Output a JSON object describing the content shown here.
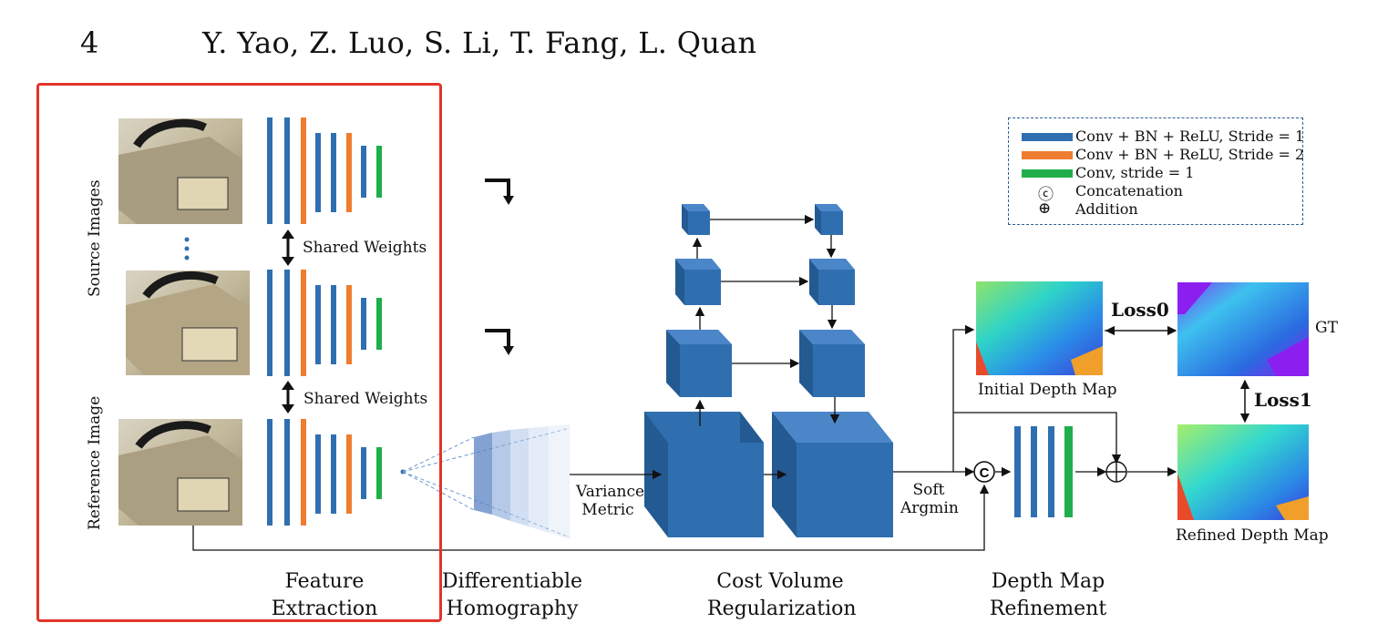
{
  "header": {
    "page_number": "4",
    "authors": "Y. Yao, Z. Luo, S. Li, T. Fang, L. Quan"
  },
  "legend": {
    "items": [
      {
        "label": "Conv + BN + ReLU, Stride = 1",
        "color": "#2f6fb0"
      },
      {
        "label": "Conv + BN + ReLU, Stride = 2",
        "color": "#ef7d31"
      },
      {
        "label": "Conv, stride = 1",
        "color": "#1fae4b"
      },
      {
        "label": "Concatenation",
        "symbol": "ⓒ"
      },
      {
        "label": "Addition",
        "symbol": "⊕"
      }
    ]
  },
  "side_labels": {
    "source": "Source Images",
    "reference": "Reference Image"
  },
  "shared_weights": [
    "Shared Weights",
    "Shared Weights"
  ],
  "labels": {
    "variance_metric": [
      "Variance",
      "Metric"
    ],
    "soft_argmin": [
      "Soft",
      "Argmin"
    ],
    "initial_depth": "Initial Depth Map",
    "refined_depth": "Refined Depth Map",
    "gt": "GT",
    "loss0": "Loss0",
    "loss1": "Loss1"
  },
  "stages": [
    {
      "line1": "Feature",
      "line2": "Extraction"
    },
    {
      "line1": "Differentiable",
      "line2": "Homography"
    },
    {
      "line1": "Cost Volume",
      "line2": "Regularization"
    },
    {
      "line1": "Depth Map",
      "line2": "Refinement"
    }
  ],
  "colors": {
    "conv_stride1": "#2f6fb0",
    "conv_stride2": "#ef7d31",
    "conv_plain": "#1fae4b",
    "cube_front": "#2f6fb0",
    "cube_top": "#4a86c8",
    "cube_side": "#245a92",
    "highlight_box": "#e2342b"
  }
}
